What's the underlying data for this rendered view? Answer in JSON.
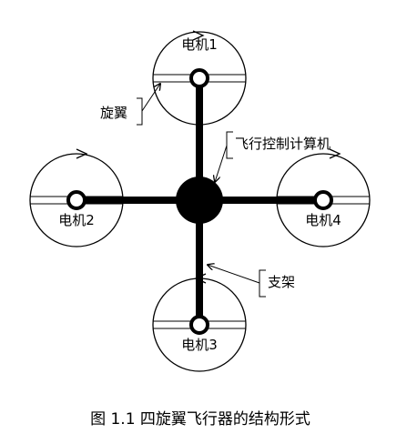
{
  "diagram": {
    "motors": {
      "m1": "电机1",
      "m2": "电机2",
      "m3": "电机3",
      "m4": "电机4"
    },
    "callouts": {
      "rotor": "旋翼",
      "flight_computer": "飞行控制计算机",
      "frame": "支架"
    },
    "caption": "图 1.1 四旋翼飞行器的结构形式"
  }
}
